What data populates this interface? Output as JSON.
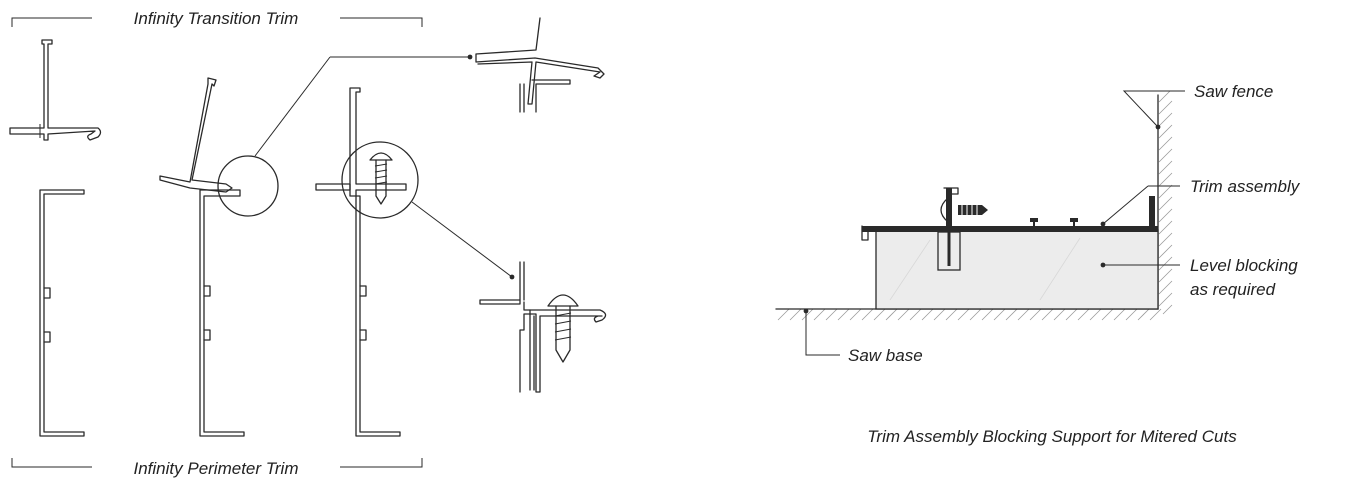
{
  "labels": {
    "transition_trim": "Infinity Transition Trim",
    "perimeter_trim": "Infinity Perimeter Trim",
    "saw_fence": "Saw fence",
    "trim_assembly": "Trim assembly",
    "level_blocking_line1": "Level blocking",
    "level_blocking_line2": "as required",
    "saw_base": "Saw base",
    "caption": "Trim Assembly Blocking Support for Mitered Cuts"
  },
  "colors": {
    "line": "#2a2a2a",
    "blocking_fill": "#ececec",
    "hatch": "#999999"
  }
}
